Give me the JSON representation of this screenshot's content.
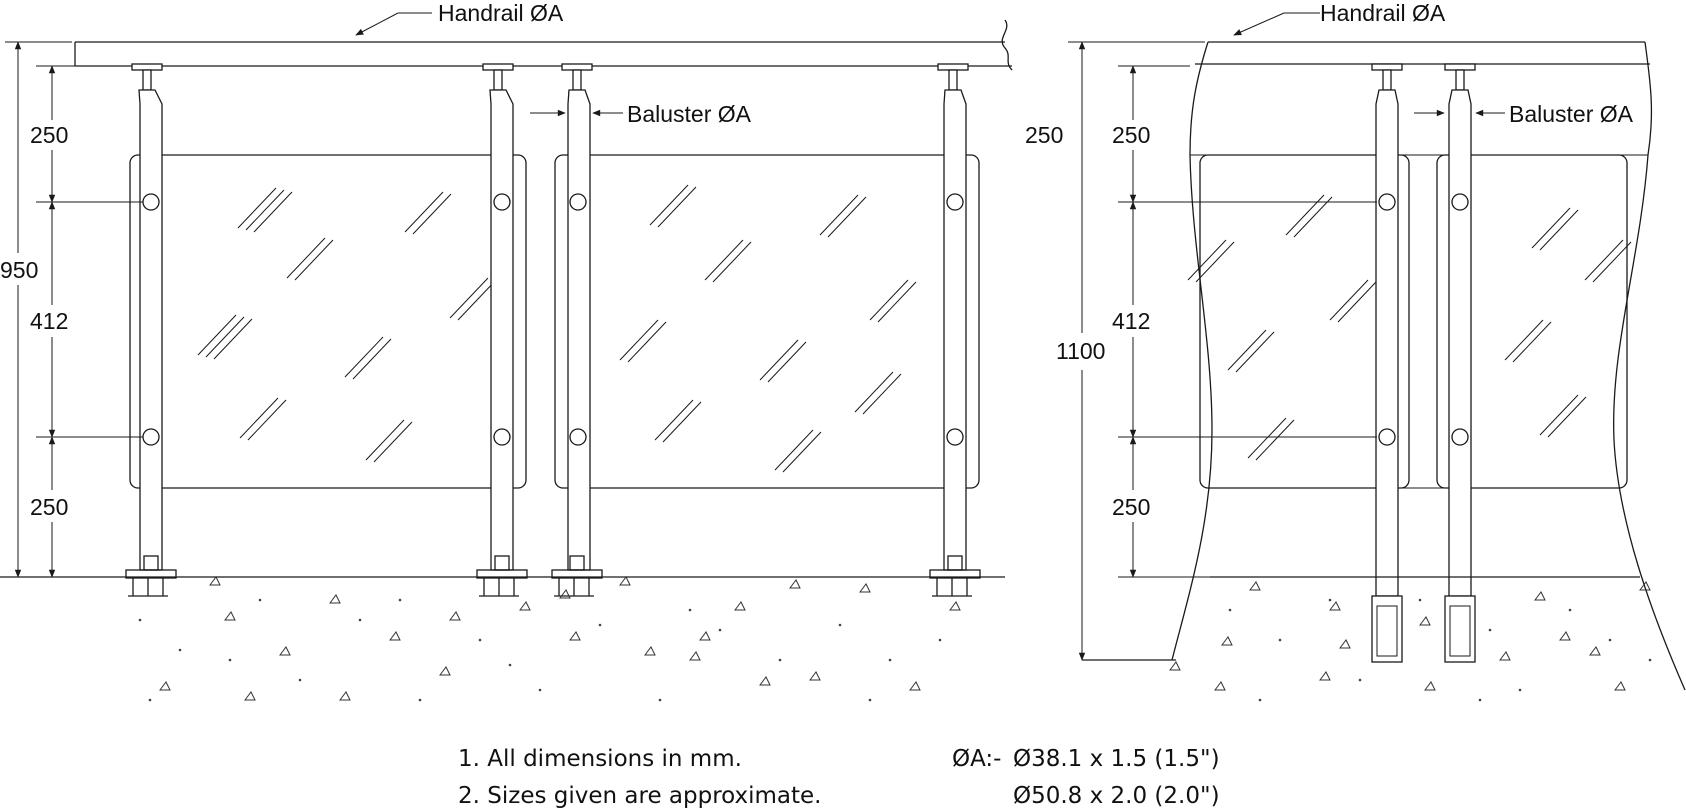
{
  "left_view": {
    "handrail_label": "Handrail ØA",
    "baluster_label": "Baluster ØA",
    "dim_top": "250",
    "dim_mid": "412",
    "dim_bottom": "250",
    "dim_total": "950"
  },
  "right_view": {
    "handrail_label": "Handrail ØA",
    "baluster_label": "Baluster ØA",
    "dim_side": "250",
    "dim_top": "250",
    "dim_mid": "412",
    "dim_bottom": "250",
    "dim_total": "1100"
  },
  "notes": {
    "note1": "1. All dimensions in mm.",
    "note2": "2. Sizes given are approximate.",
    "spec_label": "ØA:-",
    "spec1": "Ø38.1 x 1.5 (1.5\")",
    "spec2": "Ø50.8 x 2.0 (2.0\")"
  }
}
